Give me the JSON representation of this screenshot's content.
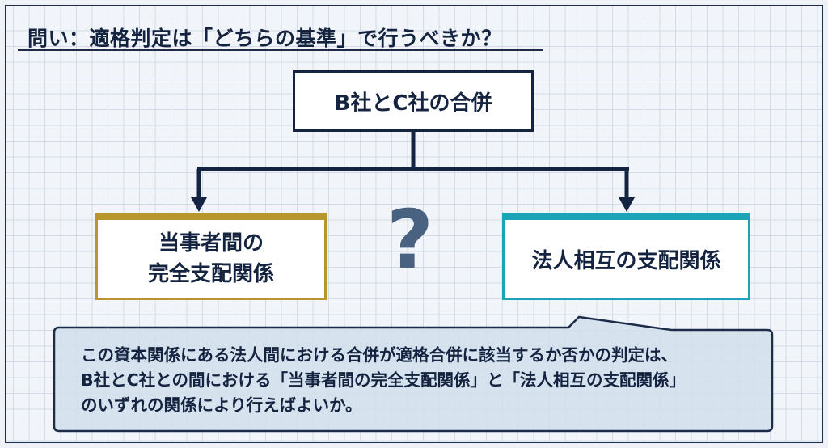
{
  "title": "問い：適格判定は「どちらの基準」で行うべきか？",
  "top_box": "B社とC社の合併",
  "left_box": {
    "line1": "当事者間の",
    "line2": "完全支配関係"
  },
  "right_box": "法人相互の支配関係",
  "question_mark": "?",
  "bubble": {
    "line1": "この資本関係にある法人間における合併が適格合併に該当するか否かの判定は、",
    "line2": "B社とC社との間における「当事者間の完全支配関係」と「法人相互の支配関係」",
    "line3": "のいずれの関係により行えばよいか。"
  },
  "colors": {
    "navy": "#14233f",
    "gold": "#b8962e",
    "teal": "#1ba3b8",
    "bubble": "#d3e0ec"
  }
}
